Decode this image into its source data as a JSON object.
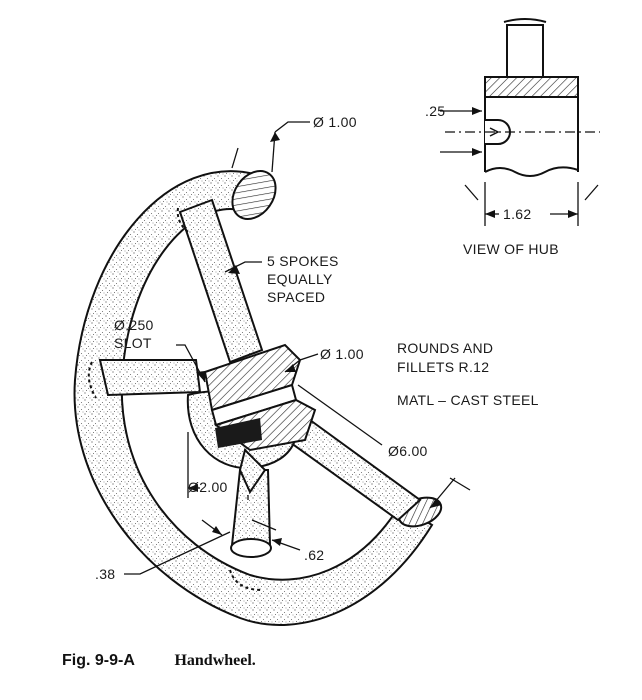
{
  "labels": {
    "dia_top": "Ø 1.00",
    "hub_25": ".25",
    "hub_162": "1.62",
    "view_of_hub": "VIEW OF HUB",
    "spokes_1": "5 SPOKES",
    "spokes_2": "EQUALLY",
    "spokes_3": "SPACED",
    "slot_1": "Ø.250",
    "slot_2": "SLOT",
    "dia_hub": "Ø 1.00",
    "rounds_1": "ROUNDS AND",
    "rounds_2": "FILLETS R.12",
    "matl": "MATL – CAST STEEL",
    "dia_600": "Ø6.00",
    "dia_200": "Ø2.00",
    "dim_62": ".62",
    "dim_38": ".38"
  },
  "caption": {
    "number": "Fig. 9-9-A",
    "title": "Handwheel."
  }
}
